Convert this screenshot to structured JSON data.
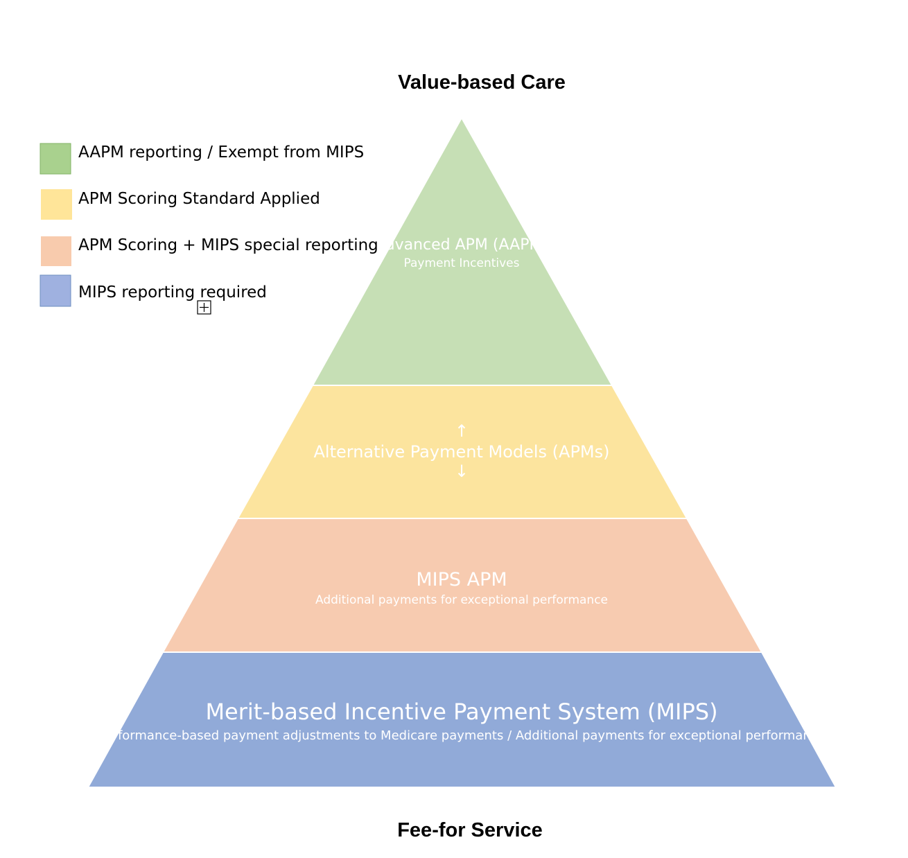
{
  "top_label": "Value-based Care",
  "bottom_label": "Fee-for Service",
  "tiers": [
    {
      "title": "Advanced APM (AAPM)",
      "subtitle": "Payment Incentives",
      "color": "#c6dfb5",
      "border": "#ffffff"
    },
    {
      "title": "Alternative Payment Models (APMs)",
      "subtitle": "",
      "color": "#fce49e",
      "border": "#ffffff"
    },
    {
      "title": "MIPS APM",
      "subtitle": "Additional payments for exceptional performance",
      "color": "#f7cbb0",
      "border": "#ffffff"
    },
    {
      "title": "Merit-based Incentive Payment System (MIPS)",
      "subtitle": "Performance-based payment adjustments to Medicare payments / Additional payments for exceptional performance",
      "color": "#91aad8",
      "border": "#ffffff"
    }
  ],
  "legend": [
    {
      "label": "AAPM reporting / Exempt from MIPS",
      "color": "#a9d18e",
      "border": "#82b366"
    },
    {
      "label": "APM Scoring Standard Applied",
      "color": "#ffe599",
      "border": "#ffe599"
    },
    {
      "label": "APM Scoring + MIPS special reporting",
      "color": "#f8cbad",
      "border": "#f8cbad"
    },
    {
      "label": "MIPS reporting required",
      "color": "#9fb1e0",
      "border": "#6c8ebf"
    }
  ],
  "icons": {
    "resize_arrows": "up-down-arrow-icon",
    "expand": "plus-square-icon"
  }
}
